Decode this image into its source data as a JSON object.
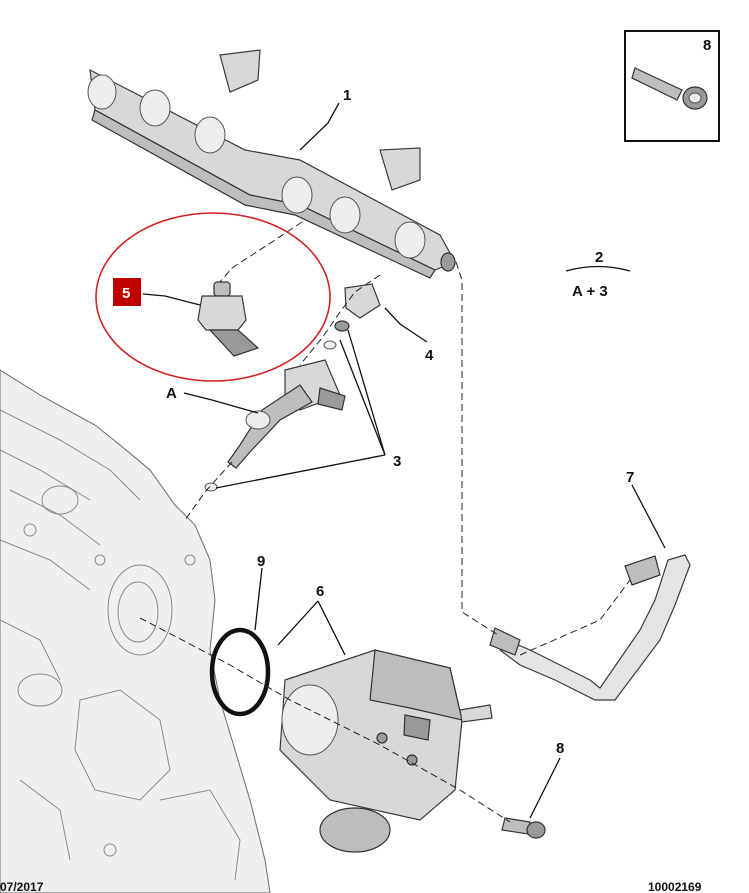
{
  "callouts": {
    "c1": "1",
    "c2": "2",
    "c2_sub": "A + 3",
    "c3": "3",
    "c4": "4",
    "c5": "5",
    "c6": "6",
    "c7": "7",
    "c8_top": "8",
    "c8_bottom": "8",
    "c9": "9",
    "cA": "A"
  },
  "footer": {
    "date": "07/2017",
    "reference": "10002169"
  },
  "colors": {
    "highlight_circle": "#d42020",
    "badge_fill": "#c00000"
  }
}
